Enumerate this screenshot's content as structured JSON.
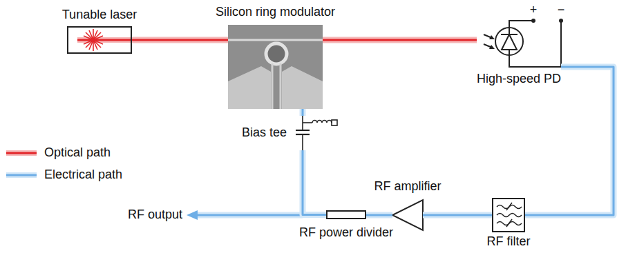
{
  "diagram": {
    "nodes": [
      {
        "text": [
          "Tunable laser"
        ]
      },
      {
        "text": [
          "Silicon ring modulator"
        ]
      },
      {
        "text": [
          "High-speed PD"
        ]
      },
      {
        "text": [
          "Bias tee"
        ]
      },
      {
        "text": [
          "RF amplifier"
        ]
      },
      {
        "text": [
          "RF power divider"
        ]
      },
      {
        "text": [
          "RF filter"
        ]
      }
    ],
    "edges": [
      {
        "from": 0,
        "to": 1,
        "arrow": "none"
      },
      {
        "from": 1,
        "to": 2,
        "arrow": "none"
      },
      {
        "from": 2,
        "to": 6,
        "arrow": "none"
      },
      {
        "from": 6,
        "to": 4,
        "arrow": "none"
      },
      {
        "from": 4,
        "to": 5,
        "arrow": "none"
      },
      {
        "from": 5,
        "to": 3,
        "arrow": "none"
      },
      {
        "from": 3,
        "to": 1,
        "arrow": "none"
      }
    ],
    "labels": [
      "+",
      "−",
      "RF output"
    ],
    "legend": [
      {
        "text": "Optical path"
      },
      {
        "text": "Electrical path"
      }
    ]
  }
}
